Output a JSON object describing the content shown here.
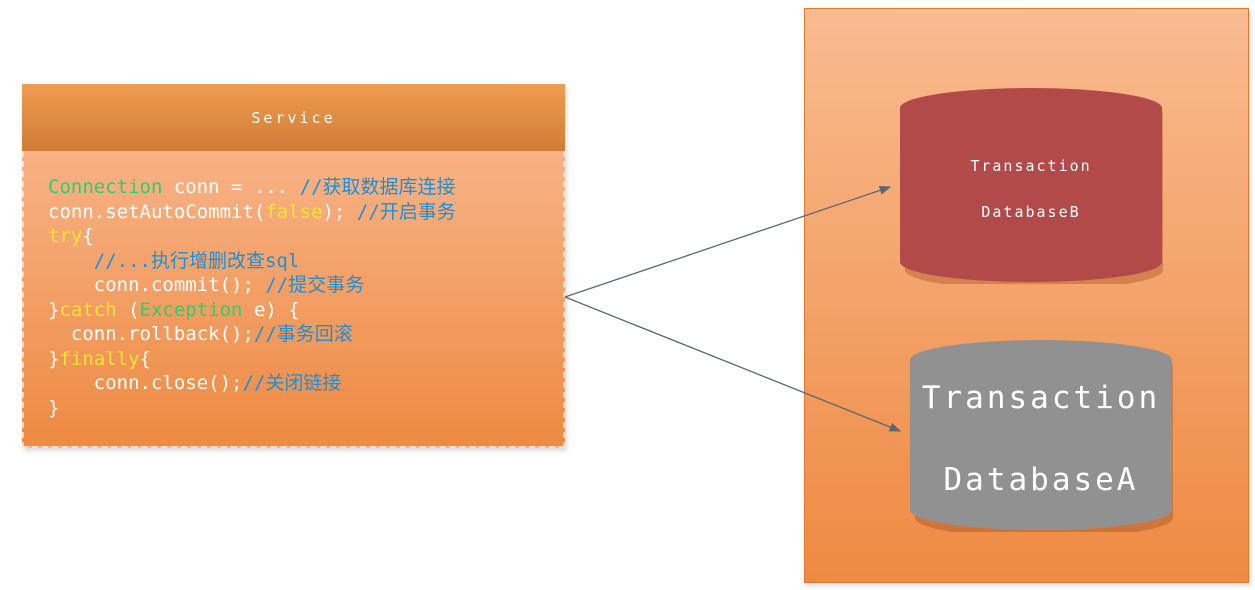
{
  "service_box": {
    "header": {
      "title": "Service"
    },
    "code": {
      "lines": [
        {
          "segments": [
            {
              "text": "Connection",
              "style": "type"
            },
            {
              "text": " conn = ... ",
              "style": "plain"
            },
            {
              "text": "//获取数据库连接",
              "style": "comment"
            }
          ]
        },
        {
          "segments": [
            {
              "text": "conn.setAutoCommit(",
              "style": "plain"
            },
            {
              "text": "false",
              "style": "keyword"
            },
            {
              "text": "); ",
              "style": "plain"
            },
            {
              "text": "//开启事务",
              "style": "comment"
            }
          ]
        },
        {
          "segments": [
            {
              "text": "try",
              "style": "keyword"
            },
            {
              "text": "{",
              "style": "plain"
            }
          ]
        },
        {
          "segments": [
            {
              "text": "    ",
              "style": "plain"
            },
            {
              "text": "//...执行增删改查sql",
              "style": "comment"
            }
          ]
        },
        {
          "segments": [
            {
              "text": "    conn.commit(); ",
              "style": "plain"
            },
            {
              "text": "//提交事务",
              "style": "comment"
            }
          ]
        },
        {
          "segments": [
            {
              "text": "}",
              "style": "plain"
            },
            {
              "text": "catch",
              "style": "keyword"
            },
            {
              "text": " (",
              "style": "plain"
            },
            {
              "text": "Exception",
              "style": "type"
            },
            {
              "text": " e) {",
              "style": "plain"
            }
          ]
        },
        {
          "segments": [
            {
              "text": "  conn.rollback();",
              "style": "plain"
            },
            {
              "text": "//事务回滚",
              "style": "comment"
            }
          ]
        },
        {
          "segments": [
            {
              "text": "}",
              "style": "plain"
            },
            {
              "text": "finally",
              "style": "keyword"
            },
            {
              "text": "{",
              "style": "plain"
            }
          ]
        },
        {
          "segments": [
            {
              "text": "    conn.close();",
              "style": "plain"
            },
            {
              "text": "//关闭链接",
              "style": "comment"
            }
          ]
        },
        {
          "segments": [
            {
              "text": "}",
              "style": "plain"
            }
          ]
        }
      ]
    },
    "colors": {
      "header_gradient_top": "#ef9d51",
      "header_gradient_bottom": "#d17c36",
      "body_gradient_top": "#f8b286",
      "body_gradient_bottom": "#ee8a42",
      "code_plain": "#ffffff",
      "code_type": "#2bd06e",
      "code_keyword": "#f2e436",
      "code_comment": "#1e8fd5"
    }
  },
  "right_panel": {
    "colors": {
      "panel_gradient_top": "#f9bb90",
      "panel_gradient_bottom": "#ee8a42",
      "panel_border": "#e0792f"
    },
    "databases": [
      {
        "line1": "Transaction",
        "line2": "DatabaseB",
        "fill": "#b24a4a",
        "shadow": "rgba(150,70,30,0.35)",
        "text_color": "#ffffff"
      },
      {
        "line1": "Transaction",
        "line2": "DatabaseA",
        "fill": "#919191",
        "shadow": "rgba(150,70,30,0.35)",
        "text_color": "#ffffff"
      }
    ]
  },
  "arrows": {
    "color": "#5d6770",
    "connections": [
      {
        "from": "service-box",
        "to": "transaction-database-b"
      },
      {
        "from": "service-box",
        "to": "transaction-database-a"
      }
    ]
  }
}
